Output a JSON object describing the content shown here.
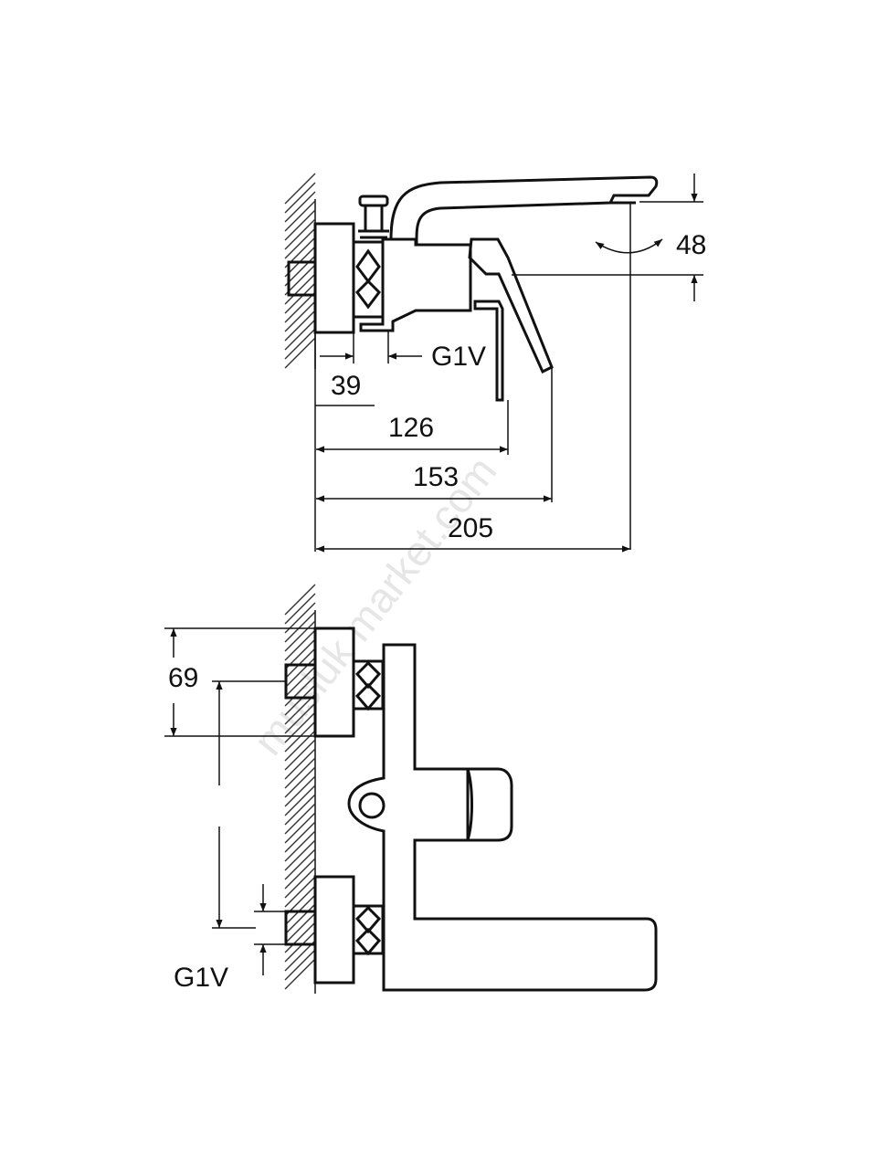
{
  "watermark": "musluk market.com",
  "side_view": {
    "dimensions": {
      "spout_height": "48",
      "thread_label": "G1V",
      "nut_offset": "39",
      "to_lever": "126",
      "to_lever_tip": "153",
      "total_projection": "205"
    }
  },
  "front_view": {
    "dimensions": {
      "inlet_offset": "69",
      "thread_label": "G1V"
    }
  }
}
